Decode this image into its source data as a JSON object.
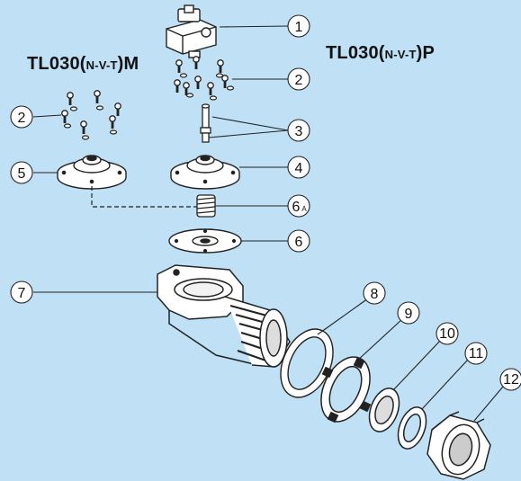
{
  "titles": {
    "model_m": {
      "prefix": "TL030(",
      "middle": "N-V-T",
      "suffix": ")M"
    },
    "model_p": {
      "prefix": "TL030(",
      "middle": "N-V-T",
      "suffix": ")P"
    }
  },
  "callouts": {
    "c1": "1",
    "c2a": "2",
    "c2b": "2",
    "c3": "3",
    "c4": "4",
    "c5": "5",
    "c6a": "6",
    "c6a_sub": "A",
    "c6": "6",
    "c7": "7",
    "c8": "8",
    "c9": "9",
    "c10": "10",
    "c11": "11",
    "c12": "12"
  },
  "colors": {
    "background": "#bfe0f5",
    "line": "#222222",
    "part_fill": "#ffffff"
  }
}
